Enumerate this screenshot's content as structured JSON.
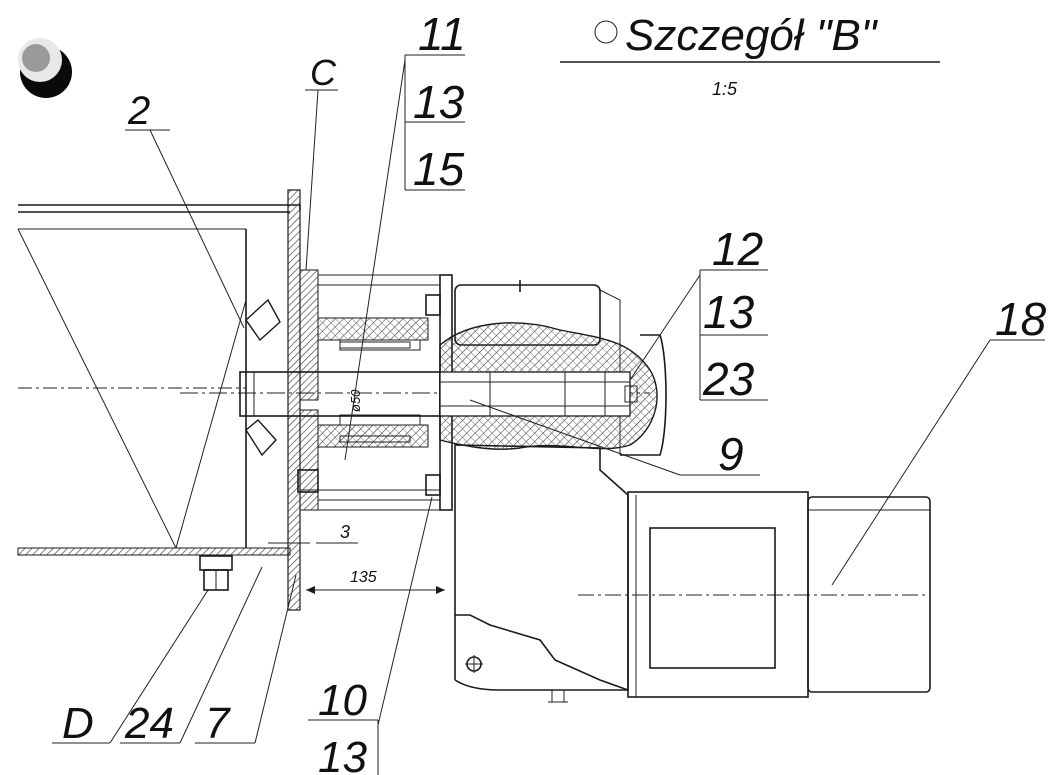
{
  "title": {
    "text": "Szczegół \"B\"",
    "scale": "1:5"
  },
  "labels": {
    "c": "C",
    "n2": "2",
    "n11": "11",
    "n13a": "13",
    "n15": "15",
    "n12": "12",
    "n13b": "13",
    "n23": "23",
    "n18": "18",
    "n9": "9",
    "n3": "3",
    "dim135": "135",
    "diameter": "ø50",
    "d": "D",
    "n24": "24",
    "n7": "7",
    "n10": "10",
    "n13c": "13"
  },
  "colors": {
    "ink": "#1a1a1a",
    "paper": "#ffffff",
    "hatch": "#5a5a5a"
  },
  "icons": {
    "view_marker": "circle-view-marker-icon",
    "logo_blob": "ink-blob-logo"
  }
}
